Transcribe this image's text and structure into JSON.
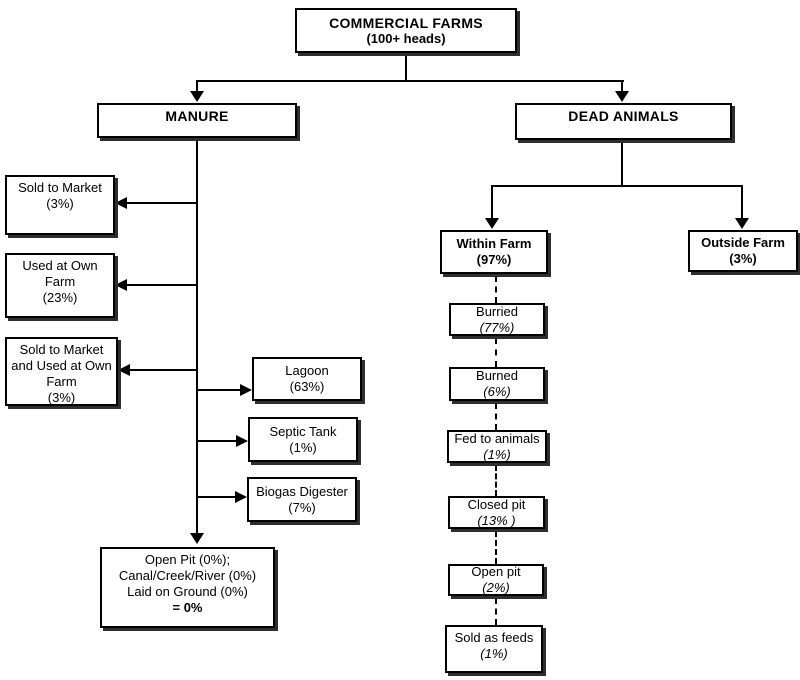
{
  "diagram": {
    "colors": {
      "line": "#000000",
      "box_background": "#ffffff",
      "box_border": "#000000",
      "shadow": "#2e2e2e"
    },
    "root": {
      "line1": "COMMERCIAL FARMS",
      "line2": "(100+ heads)"
    },
    "manure": {
      "label": "MANURE",
      "left_boxes": [
        {
          "lines": [
            "Sold to Market",
            "(3%)"
          ]
        },
        {
          "lines": [
            "Used at Own",
            "Farm",
            "(23%)"
          ]
        },
        {
          "lines": [
            "Sold to Market",
            "and Used at Own",
            "Farm",
            "(3%)"
          ]
        }
      ],
      "right_boxes": [
        {
          "name": "Lagoon",
          "pct": "(63%)"
        },
        {
          "name": "Septic Tank",
          "pct": "(1%)"
        },
        {
          "name": "Biogas Digester",
          "pct": "(7%)"
        }
      ],
      "terminal": {
        "lines": [
          "Open Pit (0%);",
          "Canal/Creek/River (0%)",
          "Laid on Ground (0%)"
        ],
        "total": "= 0%"
      }
    },
    "dead_animals": {
      "label": "DEAD ANIMALS",
      "within": {
        "name": "Within Farm",
        "pct": "(97%)"
      },
      "outside": {
        "name": "Outside Farm",
        "pct": "(3%)"
      },
      "chain": [
        {
          "name": "Burried",
          "pct": "(77%)"
        },
        {
          "name": "Burned",
          "pct": "(6%)"
        },
        {
          "name": "Fed to animals",
          "pct": "(1%)"
        },
        {
          "name": "Closed pit",
          "pct": "(13% )"
        },
        {
          "name": "Open pit",
          "pct": "(2%)"
        },
        {
          "name": "Sold as feeds",
          "pct": "(1%)"
        }
      ]
    }
  }
}
